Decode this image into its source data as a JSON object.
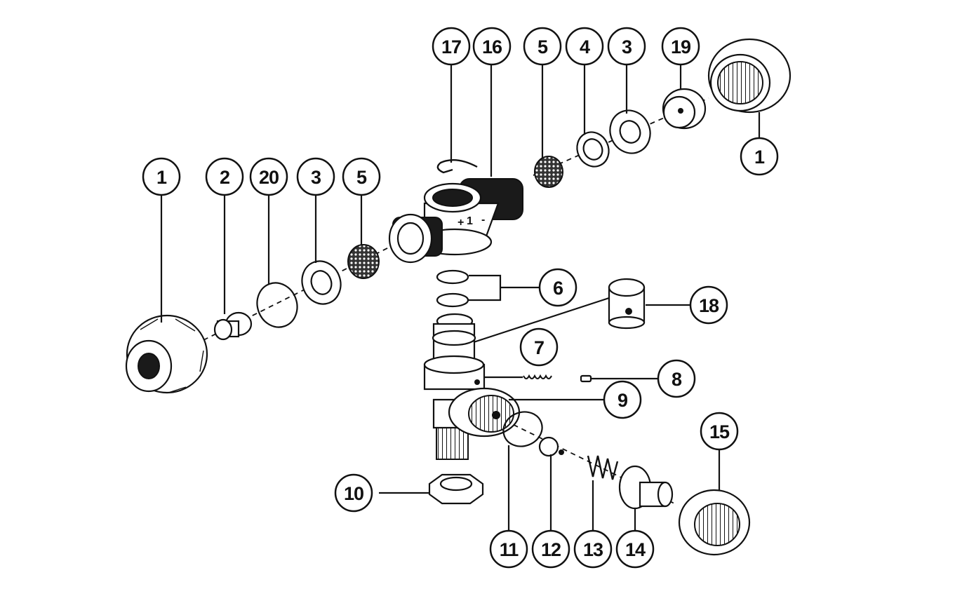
{
  "callouts": {
    "c1_left": "1",
    "c2": "2",
    "c20": "20",
    "c3_left": "3",
    "c5_left": "5",
    "c17": "17",
    "c16": "16",
    "c5_right": "5",
    "c4": "4",
    "c3_right": "3",
    "c19": "19",
    "c1_right": "1",
    "c6": "6",
    "c18": "18",
    "c7": "7",
    "c8": "8",
    "c9": "9",
    "c10": "10",
    "c11": "11",
    "c12": "12",
    "c13": "13",
    "c14": "14",
    "c15": "15"
  },
  "body_markings": {
    "plus": "+",
    "one": "1",
    "minus": "-"
  }
}
